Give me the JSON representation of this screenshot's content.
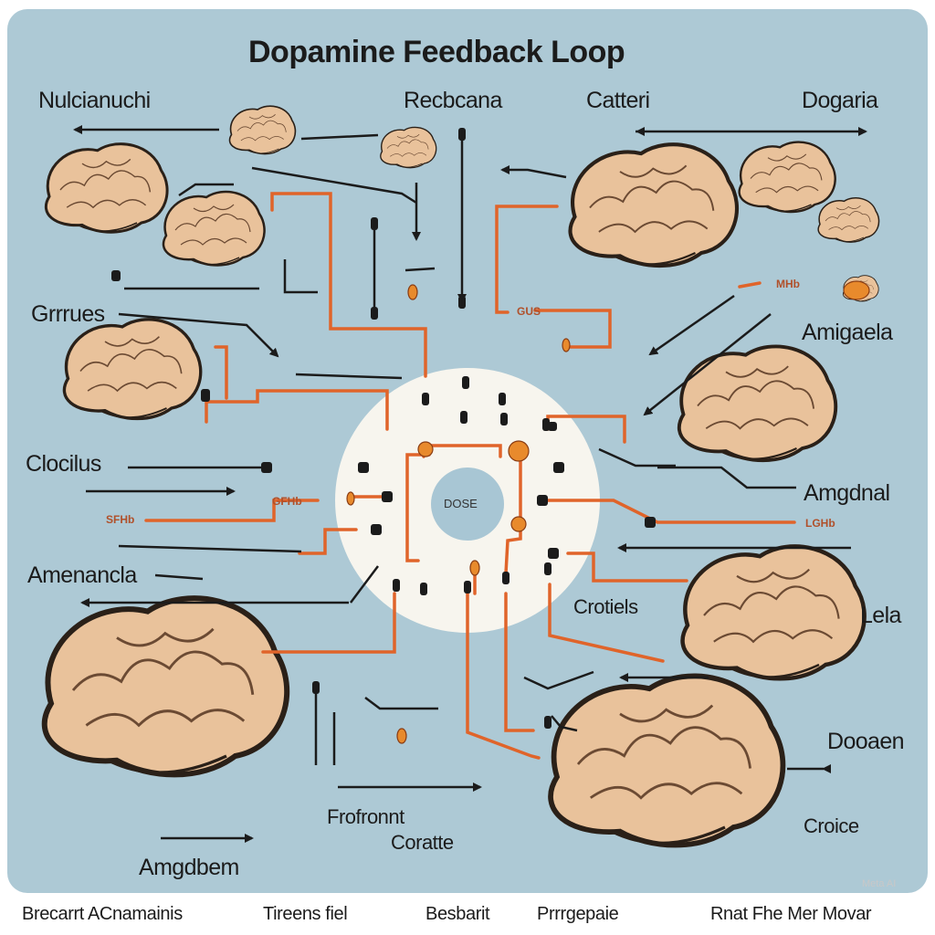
{
  "title": "Dopamine Feedback Loop",
  "center_label": "DOSE",
  "labels": {
    "nulcianuchi": "Nulcianuchi",
    "recbcana": "Recbcana",
    "catteri": "Catteri",
    "dogaria": "Dogaria",
    "grrrues": "Grrrues",
    "amigaela": "Amigaela",
    "clocilus": "Clocilus",
    "amgdnal": "Amgdnal",
    "amenancla": "Amenancla",
    "crotiels": "Crotiels",
    "lela": "Lela",
    "dooaen": "Dooaen",
    "frofronnt": "Frofronnt",
    "coratte": "Coratte",
    "croice": "Croice",
    "amgdbem": "Amgdbem"
  },
  "small_labels": {
    "upper_right": "MHb",
    "upper_mid": "GUS",
    "left_mid": "SFHb",
    "left_mid2": "GFHb",
    "right_mid": "LGHb"
  },
  "footer": {
    "item1": "Brecarrt ACnamainis",
    "item2": "Tireens fiel",
    "item3": "Besbarit",
    "item4": "Prrrgepaie",
    "item5": "Rnat Fhe Mer Movar"
  },
  "watermark": "Meta AI",
  "colors": {
    "panel_bg": "#adc9d5",
    "brain_fill": "#e9c29b",
    "brain_outline": "#2a2018",
    "orange_line": "#e0642a",
    "arrow": "#1b1b1b",
    "center_disc": "#f7f5ee",
    "center_hole": "#a8c6d4"
  }
}
